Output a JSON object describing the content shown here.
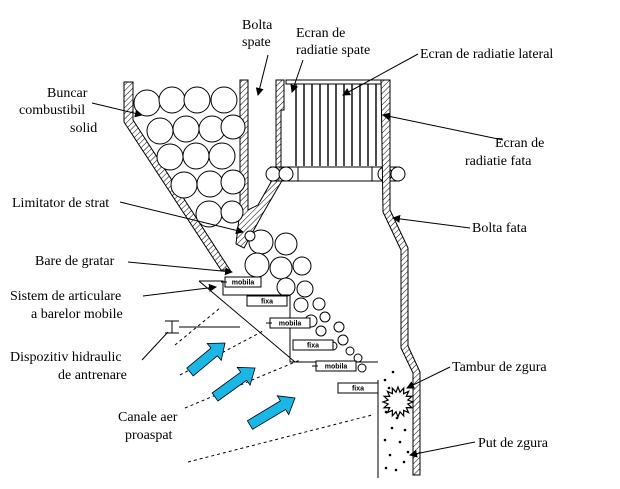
{
  "labels": {
    "bolta_spate_1": "Bolta",
    "bolta_spate_2": "spate",
    "ecran_spate_1": "Ecran de",
    "ecran_spate_2": "radiatie spate",
    "ecran_lateral": "Ecran de radiatie lateral",
    "buncar_1": "Buncar",
    "buncar_2": "combustibil",
    "buncar_3": "solid",
    "ecran_fata_1": "Ecran de",
    "ecran_fata_2": "radiatie fata",
    "limitator": "Limitator de strat",
    "bolta_fata": "Bolta fata",
    "bare_gratar": "Bare de gratar",
    "sistem_1": "Sistem de articulare",
    "sistem_2": "a barelor mobile",
    "dispozitiv_1": "Dispozitiv hidraulic",
    "dispozitiv_2": "de antrenare",
    "tambur": "Tambur de zgura",
    "canale_1": "Canale aer",
    "canale_2": "proaspat",
    "put": "Put de zgura"
  },
  "bars": [
    {
      "label": "mobila"
    },
    {
      "label": "fixa"
    },
    {
      "label": "mobila"
    },
    {
      "label": "fixa"
    },
    {
      "label": "mobila"
    },
    {
      "label": "fixa"
    }
  ],
  "colors": {
    "arrow": "#1ab7e6",
    "line": "#000000"
  }
}
